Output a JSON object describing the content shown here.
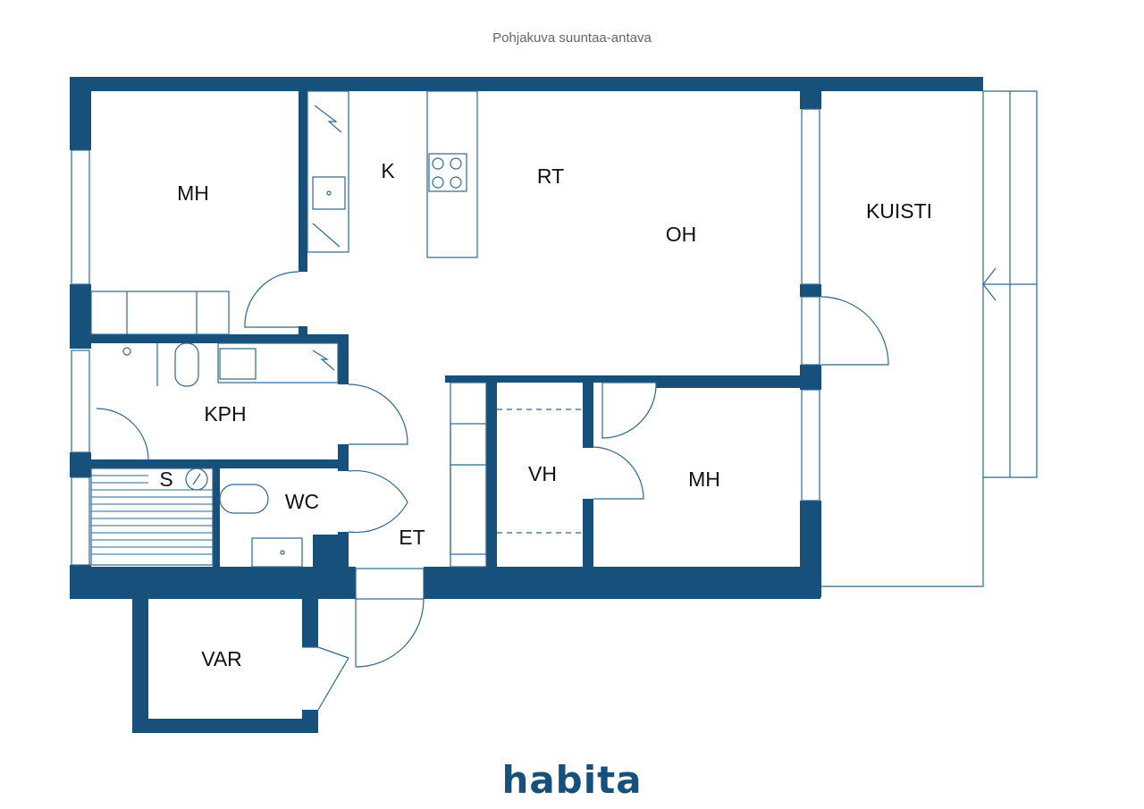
{
  "caption": "Pohjakuva suuntaa-antava",
  "colors": {
    "wall": "#17507a",
    "line": "#2d6790",
    "text": "#111111"
  },
  "rooms": {
    "mh_left": "MH",
    "k": "K",
    "rt": "RT",
    "oh": "OH",
    "kuisti": "KUISTI",
    "kph": "KPH",
    "s": "S",
    "wc": "WC",
    "et": "ET",
    "vh": "VH",
    "mh_right": "MH",
    "var": "VAR"
  },
  "brand": {
    "logo_text": "habita"
  }
}
